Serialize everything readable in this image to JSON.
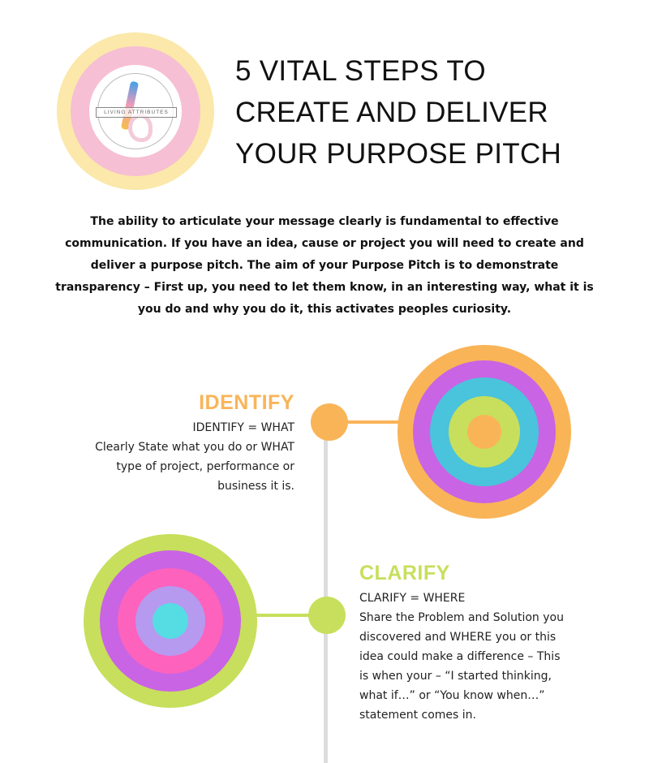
{
  "logo": {
    "text": "LIVING ATTRIBUTES",
    "colors": {
      "outer": "#fbe8aa",
      "middle": "#f6bfd3",
      "inner": "#ffffff"
    }
  },
  "title": {
    "lines": [
      "5 VITAL STEPS TO",
      "CREATE AND DELIVER",
      "YOUR PURPOSE PITCH"
    ]
  },
  "intro": {
    "lines": [
      "The ability to articulate your message clearly is fundamental to effective",
      "communication. If you have an idea, cause or project you will need to create and",
      "deliver a purpose pitch. The aim of your Purpose Pitch is to demonstrate",
      "transparency – First up, you need to let them know, in an interesting way, what it is",
      "you do and why you do it, this activates peoples curiosity."
    ]
  },
  "steps": [
    {
      "heading": "IDENTIFY",
      "color": "#f9b458",
      "subtitle": "IDENTIFY = WHAT",
      "lines": [
        "Clearly State what you do or WHAT",
        "type of project, performance or",
        "business it is."
      ],
      "target_colors": [
        "#f9b458",
        "#c964e4",
        "#4ac3dc",
        "#c7df5c",
        "#f9b458"
      ]
    },
    {
      "heading": "CLARIFY",
      "color": "#c7df5c",
      "subtitle": "CLARIFY = WHERE",
      "lines": [
        "Share the Problem and Solution you",
        "discovered and WHERE you or this",
        "idea could make a difference – This",
        "is when your – “I started thinking,",
        "what if…” or “You know when…”",
        "statement comes in."
      ],
      "target_colors": [
        "#c7df5c",
        "#c964e4",
        "#fd62bd",
        "#b59af0",
        "#55dde3"
      ]
    }
  ],
  "timeline_color": "#dddddd"
}
